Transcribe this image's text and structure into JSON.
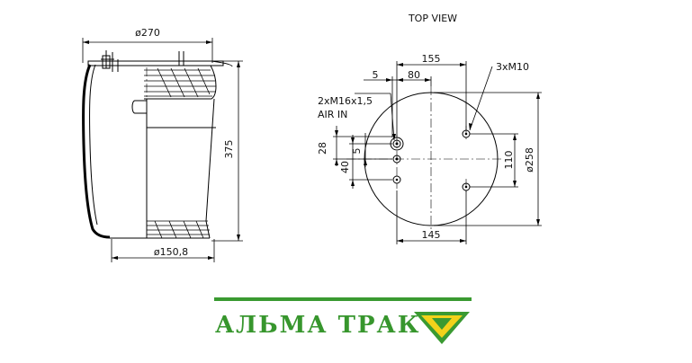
{
  "side_view": {
    "top_diameter": "ø270",
    "height": "375",
    "bottom_diameter": "ø150,8"
  },
  "top_view": {
    "title": "TOP VIEW",
    "dim_155": "155",
    "dim_80": "80",
    "dim_5_top": "5",
    "dim_145": "145",
    "dim_28": "28",
    "dim_5_left": "5",
    "dim_40": "40",
    "dim_110": "110",
    "diameter": "ø258",
    "label_m10": "3xM10",
    "label_m16": "2xM16x1,5",
    "label_air": "AIR IN"
  },
  "brand": {
    "name": "АЛЬМА ТРАК",
    "colors": {
      "green": "#3a9a31",
      "yellow": "#f2d21a"
    },
    "logo_icon": "chevron-check-logo"
  }
}
